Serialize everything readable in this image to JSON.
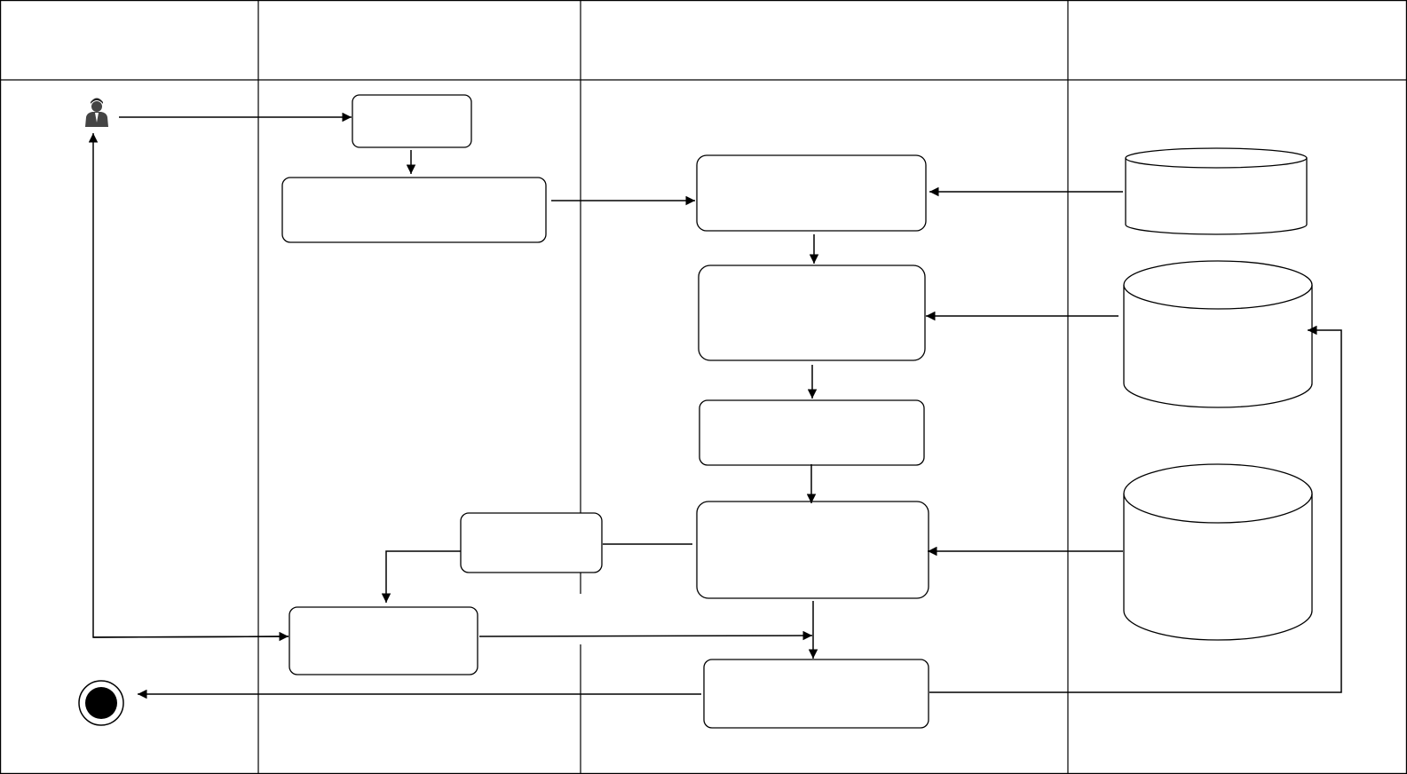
{
  "diagram": {
    "kind": "uml-activity-diagram-with-swimlanes",
    "stroke_color": "#000000",
    "background_color": "#ffffff",
    "lanes": [
      {
        "id": "lane-1",
        "header": ""
      },
      {
        "id": "lane-2",
        "header": ""
      },
      {
        "id": "lane-3",
        "header": ""
      },
      {
        "id": "lane-4",
        "header": ""
      }
    ],
    "nodes": [
      {
        "id": "actor",
        "type": "actor-icon",
        "label": ""
      },
      {
        "id": "a1",
        "type": "action",
        "label": ""
      },
      {
        "id": "a2",
        "type": "action",
        "label": ""
      },
      {
        "id": "a3",
        "type": "action",
        "label": ""
      },
      {
        "id": "a4",
        "type": "action",
        "label": ""
      },
      {
        "id": "a5",
        "type": "action",
        "label": ""
      },
      {
        "id": "a6",
        "type": "action",
        "label": ""
      },
      {
        "id": "a7",
        "type": "action",
        "label": ""
      },
      {
        "id": "a8",
        "type": "action",
        "label": ""
      },
      {
        "id": "a9",
        "type": "action",
        "label": ""
      },
      {
        "id": "db1",
        "type": "datastore",
        "label": ""
      },
      {
        "id": "db2",
        "type": "datastore",
        "label": ""
      },
      {
        "id": "db3",
        "type": "datastore",
        "label": ""
      },
      {
        "id": "end",
        "type": "final-node",
        "label": ""
      }
    ],
    "edges": [
      {
        "from": "actor",
        "to": "a1"
      },
      {
        "from": "a1",
        "to": "a2"
      },
      {
        "from": "a2",
        "to": "a3"
      },
      {
        "from": "db1",
        "to": "a3"
      },
      {
        "from": "a3",
        "to": "a4"
      },
      {
        "from": "db2",
        "to": "a4"
      },
      {
        "from": "a4",
        "to": "a5"
      },
      {
        "from": "a5",
        "to": "a6"
      },
      {
        "from": "db3",
        "to": "a6"
      },
      {
        "from": "a6",
        "to": "a7"
      },
      {
        "from": "a7",
        "to": "a8"
      },
      {
        "from": "a8",
        "to": "actor"
      },
      {
        "from": "a8",
        "to": "a9"
      },
      {
        "from": "a6",
        "to": "a9"
      },
      {
        "from": "a9",
        "to": "end"
      },
      {
        "from": "a9",
        "to": "db2"
      }
    ]
  }
}
